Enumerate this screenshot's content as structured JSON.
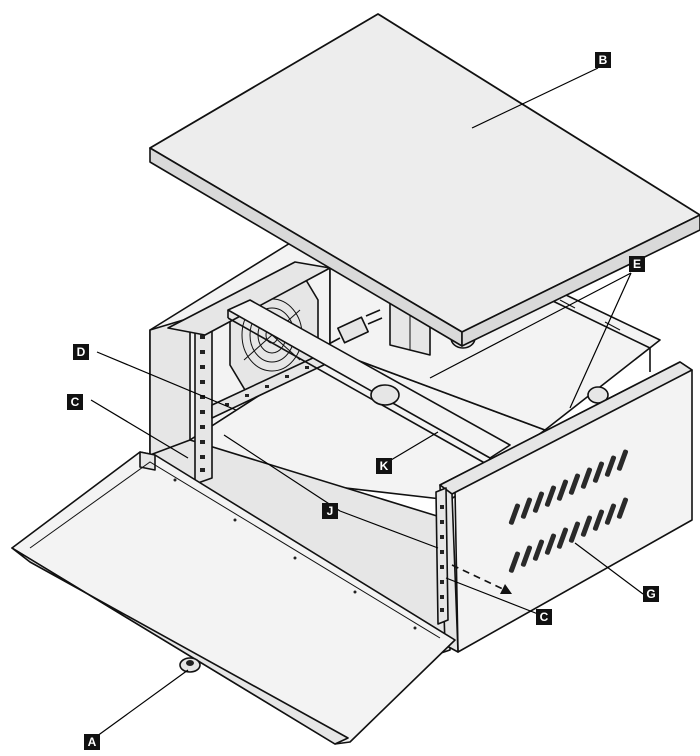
{
  "callouts": {
    "A": "A",
    "B": "B",
    "C_left": "C",
    "C_right": "C",
    "D": "D",
    "E": "E",
    "G": "G",
    "J": "J",
    "K": "K"
  },
  "colors": {
    "line": "#111111",
    "badge": "#111111",
    "badge_text": "#ffffff",
    "background": "#ffffff"
  }
}
